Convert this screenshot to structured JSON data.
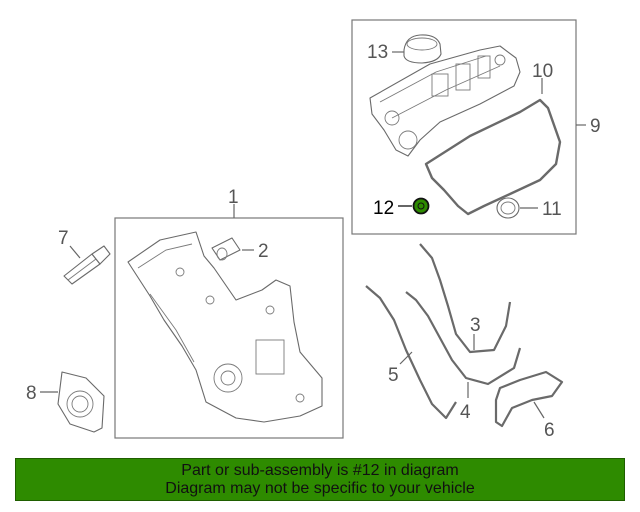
{
  "diagram": {
    "callouts": [
      {
        "id": "1",
        "label": "1"
      },
      {
        "id": "2",
        "label": "2"
      },
      {
        "id": "3",
        "label": "3"
      },
      {
        "id": "4",
        "label": "4"
      },
      {
        "id": "5",
        "label": "5"
      },
      {
        "id": "6",
        "label": "6"
      },
      {
        "id": "7",
        "label": "7"
      },
      {
        "id": "8",
        "label": "8"
      },
      {
        "id": "9",
        "label": "9"
      },
      {
        "id": "10",
        "label": "10"
      },
      {
        "id": "11",
        "label": "11"
      },
      {
        "id": "12",
        "label": "12"
      },
      {
        "id": "13",
        "label": "13"
      }
    ],
    "highlighted_part": "12",
    "highlight_color": "#2e8b00"
  },
  "footer": {
    "line1": "Part or sub-assembly is #12 in diagram",
    "line2": "Diagram may not be specific to your vehicle",
    "background": "#2e8b00"
  }
}
